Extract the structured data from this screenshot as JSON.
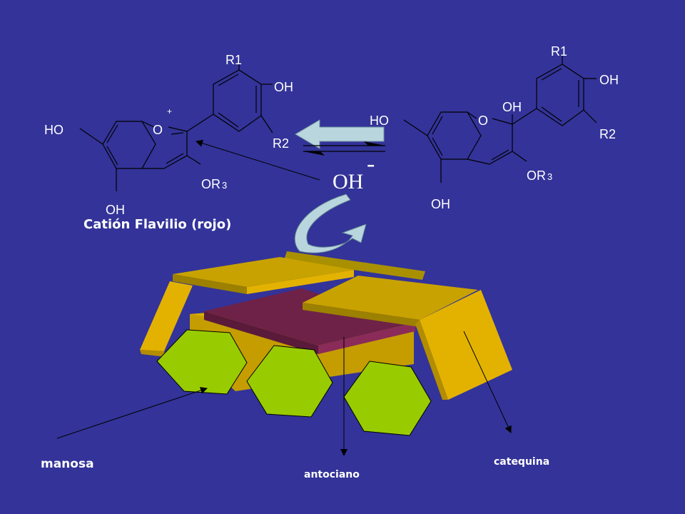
{
  "left_molecule": {
    "r1": "R1",
    "oh_top": "OH",
    "ho": "HO",
    "o_ring": "O",
    "charge": "+",
    "r2": "R2",
    "or": "OR",
    "or_sub": "3",
    "oh_bottom": "OH",
    "caption": "Catión Flavilio (rojo)"
  },
  "right_molecule": {
    "r1": "R1",
    "oh_top": "OH",
    "oh_mid": "OH",
    "ho": "HO",
    "o_ring": "O",
    "r2": "R2",
    "or": "OR",
    "or_sub": "3",
    "oh_bottom": "OH"
  },
  "reagent": {
    "oh": "OH",
    "minus": "-"
  },
  "complex_labels": {
    "manosa": "manosa",
    "antociano": "antociano",
    "catequina": "catequina"
  }
}
